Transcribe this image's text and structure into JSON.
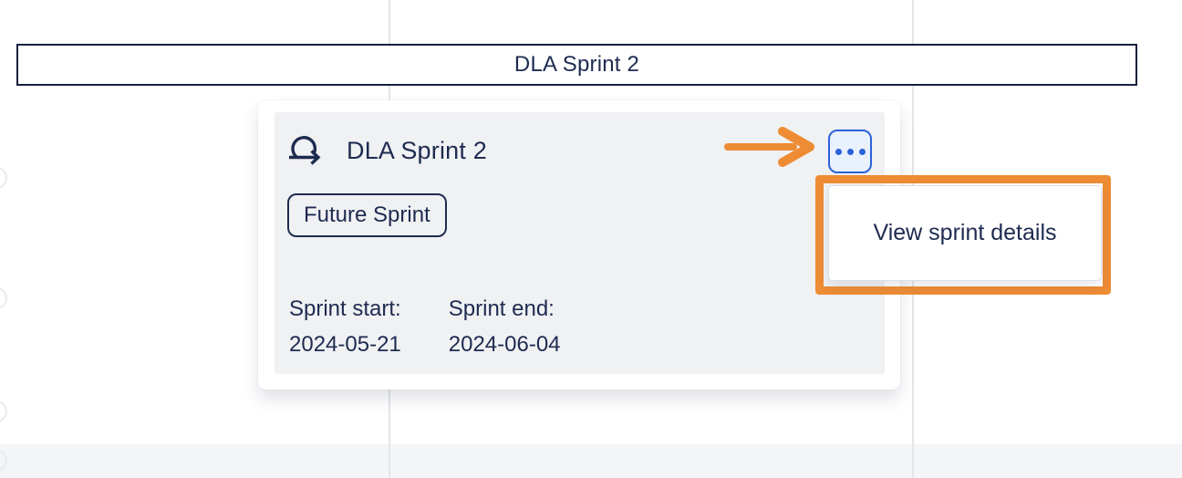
{
  "colors": {
    "navy": "#1E2B50",
    "bar-border": "#14213E",
    "gridline": "#E3E5E9",
    "card-bg": "#F0F1F3",
    "bottom-bar": "#F4F5F6",
    "circle-outline": "#E9EAEC",
    "blue": "#2B61D9",
    "blue-bg": "#E9F1FE",
    "orange": "#EE8C35",
    "menu-border": "#DCDEE3"
  },
  "timeline": {
    "sprint_bar": {
      "label": "DLA Sprint 2"
    }
  },
  "sprint_popup": {
    "icon": "sprint-loop-arrow-icon",
    "title": "DLA Sprint 2",
    "status": "Future Sprint",
    "start_label": "Sprint start:",
    "start_date": "2024-05-21",
    "end_label": "Sprint end:",
    "end_date": "2024-06-04",
    "more_button_icon": "more-horizontal-meatball-icon"
  },
  "context_menu": {
    "items": [
      {
        "label": "View sprint details"
      }
    ]
  }
}
